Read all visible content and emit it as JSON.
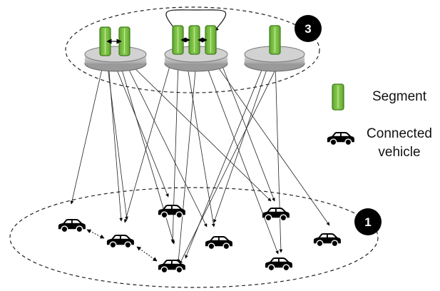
{
  "diagram": {
    "layer_badges": {
      "top": "3",
      "bottom": "1"
    },
    "legend": {
      "segment_label": "Segment",
      "vehicle_label_line1": "Connected",
      "vehicle_label_line2": "vehicle"
    },
    "colors": {
      "segment_fill": "#7dc143",
      "segment_stroke": "#3f7a1a",
      "platform_fill": "#c8c8c8",
      "badge_fill": "#000000",
      "vehicle_fill": "#000000"
    },
    "icons": {
      "segment": "segment-icon",
      "vehicle": "car-icon"
    }
  }
}
